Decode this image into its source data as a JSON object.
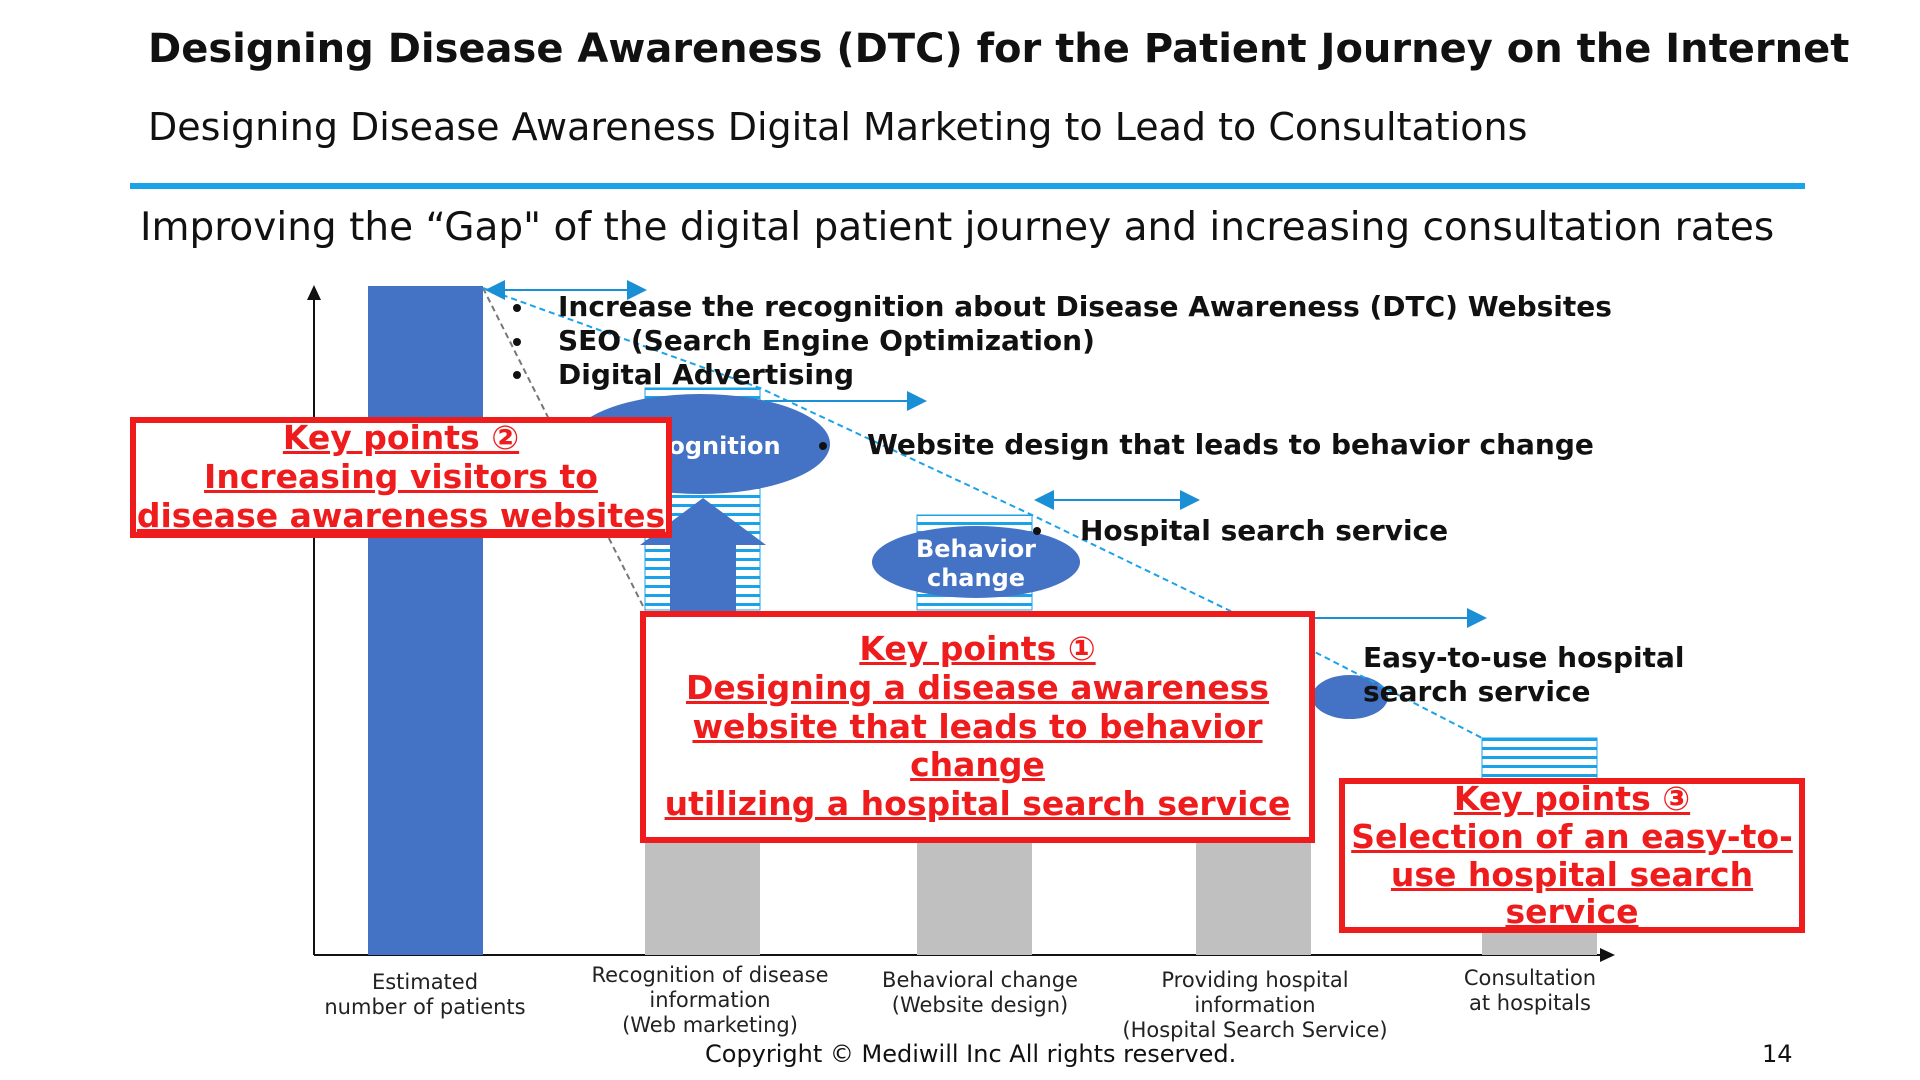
{
  "header": {
    "title": "Designing Disease Awareness (DTC) for the Patient Journey on the Internet",
    "subtitle": "Designing Disease Awareness Digital Marketing to Lead to Consultations",
    "tagline": "Improving the “Gap\" of the digital patient journey and increasing consultation rates"
  },
  "bullets": {
    "top": [
      "Increase the recognition about Disease Awareness (DTC) Websites",
      "SEO (Search Engine Optimization)",
      "Digital Advertising"
    ],
    "website_design": "Website design that leads to behavior change",
    "hospital_search": "Hospital search service",
    "easy_search": [
      "Easy-to-use hospital",
      "search service"
    ]
  },
  "ovals": {
    "recognition": "Recognition",
    "behavior_change": [
      "Behavior",
      "change"
    ]
  },
  "key_points": {
    "kp2": [
      "Key points ②",
      "Increasing visitors to",
      "disease awareness websites"
    ],
    "kp1": [
      "Key points ①",
      "Designing a disease awareness",
      "website that leads to behavior change",
      "utilizing a hospital search service"
    ],
    "kp3": [
      "Key points ③",
      "Selection of an easy-to-",
      "use hospital search",
      "service"
    ]
  },
  "x_axis": {
    "categories": [
      [
        "Estimated",
        "number of patients"
      ],
      [
        "Recognition of disease",
        "information",
        "(Web marketing)"
      ],
      [
        "Behavioral change",
        "(Website design)"
      ],
      [
        "Providing hospital",
        "information",
        "(Hospital Search Service)"
      ],
      [
        "Consultation",
        "at hospitals"
      ]
    ]
  },
  "footer": {
    "copyright": "Copyright © Mediwill Inc All rights reserved.",
    "page": "14"
  },
  "colors": {
    "accent": "#1aa3e8",
    "bar_blue": "#4472c4",
    "bar_gray": "#c0c0c0",
    "key_red": "#ee1c1c"
  }
}
